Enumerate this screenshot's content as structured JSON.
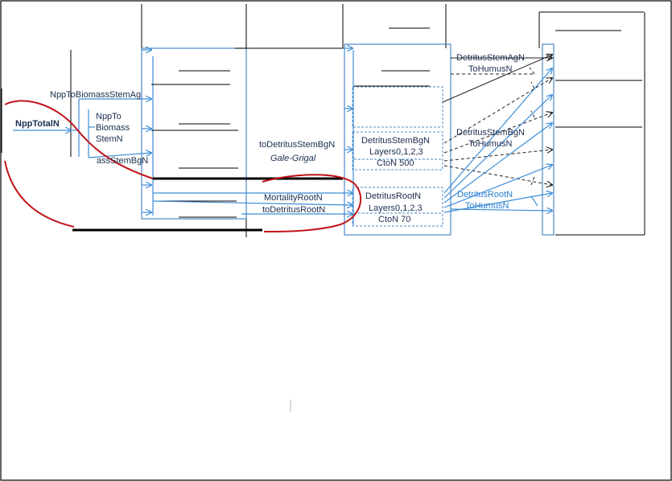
{
  "labels": {
    "npp_total": "NppTotalN",
    "npp_to_biomass_stem_ag": "NppToBiomassStemAg",
    "npp_to_biomass_stem_n_line1": "NppTo",
    "npp_to_biomass_stem_n_line2": "Biomass",
    "npp_to_biomass_stem_n_line3": "StemN",
    "ass_stem_bg": "assStemBgN",
    "to_detritus_stem_bg": "toDetritusStemBgN",
    "gale_grigal": "Gale-Grigal",
    "mortality_root": "MortalityRootN",
    "to_detritus_root": "toDetritusRootN",
    "detritus_stem_bg": "DetritusStemBgN",
    "layers_stem": "Layers0,1,2,3",
    "cton_stem": "CtoN  500",
    "detritus_root": "DetritusRootN",
    "layers_root": "Layers0,1,2,3",
    "cton_root": "CtoN  70",
    "flow_stem_ag_line1": "DetritusStemAgN",
    "flow_stem_ag_line2": "ToHumusN",
    "flow_stem_bg_line1": "DetritusStemBgN",
    "flow_stem_bg_line2": "ToHumusN",
    "flow_root_line1": "DetritusRootN",
    "flow_root_line2": "ToHumusN"
  },
  "colors": {
    "red_curve": "#c0151a",
    "blue_flow": "#3c8dd6",
    "box_blue": "#4d87c7",
    "text": "#1a2d4f"
  }
}
